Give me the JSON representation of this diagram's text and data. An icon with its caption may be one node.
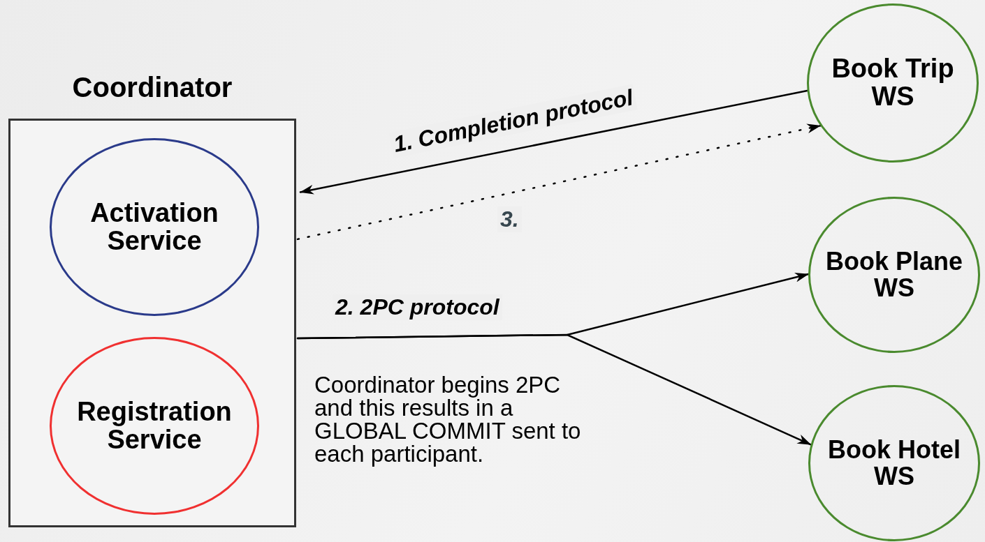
{
  "diagram": {
    "nodes": [
      {
        "text": [
          "Coordinator"
        ]
      },
      {
        "text": [
          "Activation Service"
        ],
        "in": 0
      },
      {
        "text": [
          "Registration Service"
        ],
        "in": 0
      },
      {
        "text": [
          "Book Trip WS"
        ]
      },
      {
        "text": [
          "Book Plane WS"
        ]
      },
      {
        "text": [
          "Book Hotel WS"
        ]
      }
    ],
    "edges": [
      {
        "from": 3,
        "to": 0,
        "arrow": "to",
        "label": "1. Completion protocol"
      },
      {
        "from": 0,
        "to": 3,
        "arrow": "to",
        "label": "3.",
        "style": "dashed"
      },
      {
        "from": 0,
        "to": 4,
        "arrow": "to",
        "label": "2. 2PC protocol"
      },
      {
        "from": 0,
        "to": 5,
        "arrow": "to"
      }
    ],
    "labels": [
      "Coordinator begins 2PC and this results in a GLOBAL COMMIT sent to each participant."
    ]
  }
}
